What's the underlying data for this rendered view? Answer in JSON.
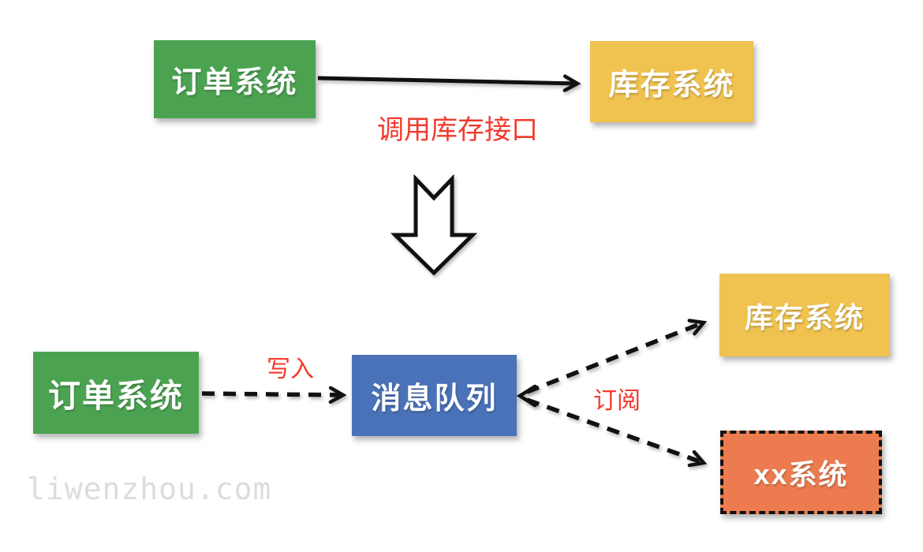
{
  "top_flow": {
    "order_box": "订单系统",
    "inventory_box": "库存系统",
    "arrow_label": "调用库存接口"
  },
  "bottom_flow": {
    "order_box": "订单系统",
    "queue_box": "消息队列",
    "inventory_box": "库存系统",
    "xx_box": "xx系统",
    "write_label": "写入",
    "subscribe_label": "订阅"
  },
  "watermark": "liwenzhou.com",
  "colors": {
    "green": "#4ba352",
    "yellow": "#f0c24f",
    "blue": "#4a72b8",
    "orange": "#ec7c4f",
    "label_red": "#f23a2b",
    "arrow_black": "#111111",
    "watermark_gray": "#dcdcdc"
  }
}
